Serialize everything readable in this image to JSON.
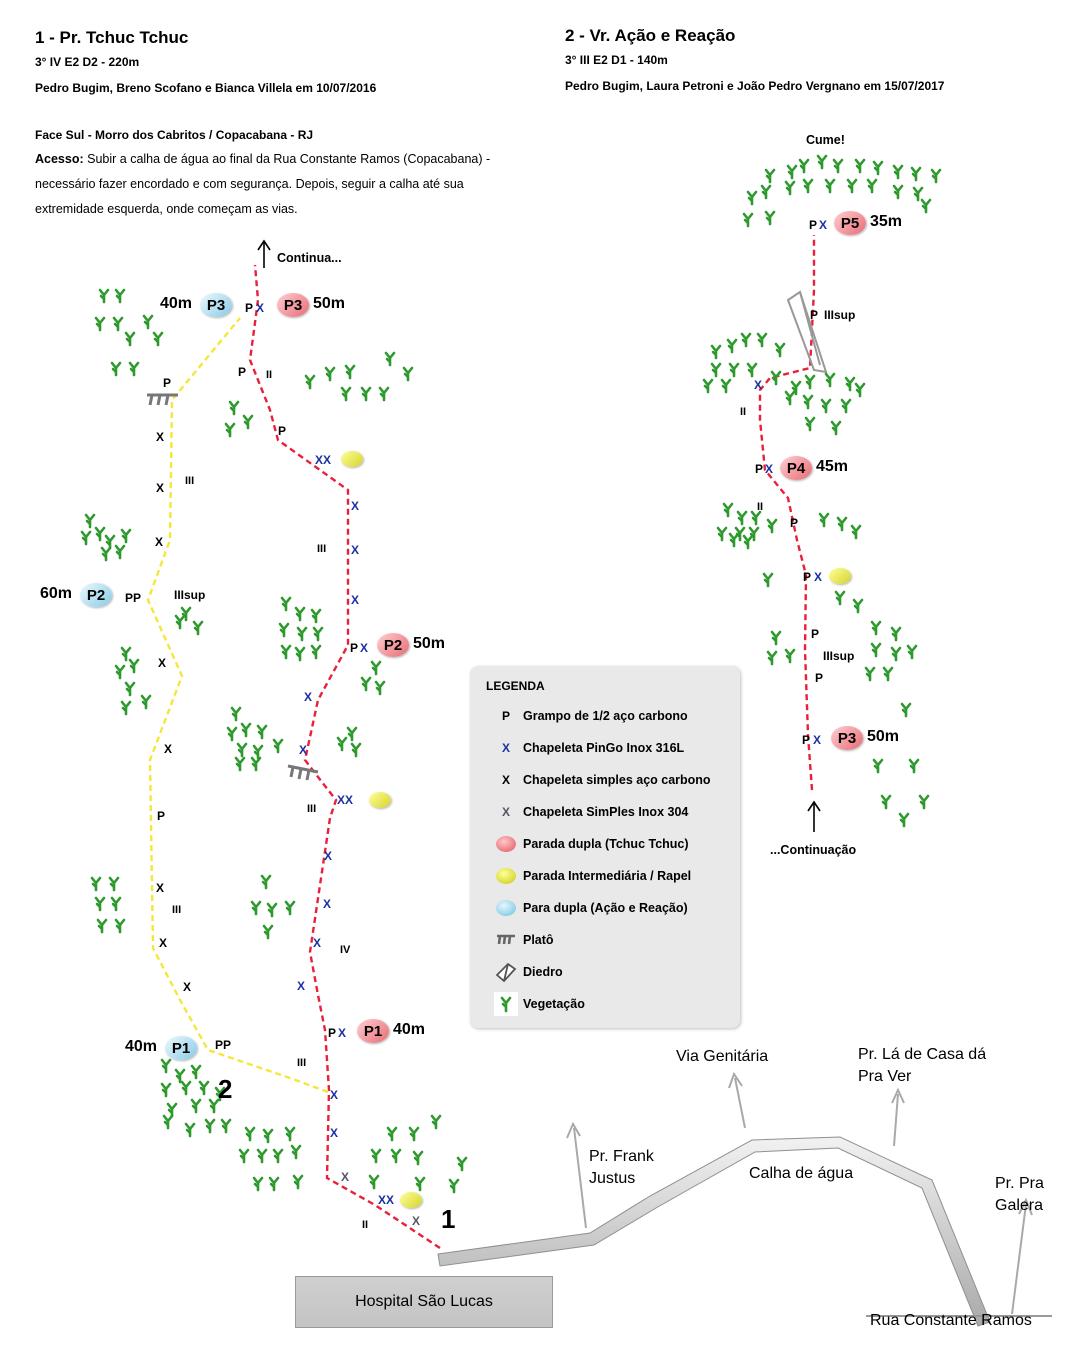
{
  "route1": {
    "title": "1 - Pr. Tchuc Tchuc",
    "grade": "3° IV E2 D2 - 220m",
    "authors": "Pedro Bugim, Breno Scofano e Bianca Villela em 10/07/2016"
  },
  "route2": {
    "title": "2 - Vr. Ação e Reação",
    "grade": "3° III E2 D1 - 140m",
    "authors": "Pedro Bugim, Laura Petroni e João Pedro Vergnano em 15/07/2017"
  },
  "location": "Face Sul - Morro dos Cabritos / Copacabana - RJ",
  "access_label": "Acesso:",
  "access_text": "Subir a calha de água ao final da Rua Constante Ramos (Copacabana) - necessário fazer encordado e com segurança. Depois, seguir a calha até sua extremidade esquerda, onde começam as vias.",
  "topo": {
    "continua": "Continua...",
    "continuacao": "...Continuação",
    "cume": "Cume!",
    "route_number_1": "1",
    "route_number_2": "2",
    "stations_red": [
      {
        "label": "P1",
        "dist": "40m"
      },
      {
        "label": "P2",
        "dist": "50m"
      },
      {
        "label": "P3",
        "dist": "50m"
      },
      {
        "label": "P3",
        "dist": "50m"
      },
      {
        "label": "P4",
        "dist": "45m"
      },
      {
        "label": "P5",
        "dist": "35m"
      }
    ],
    "stations_blue": [
      {
        "label": "P1",
        "dist": "40m"
      },
      {
        "label": "P2",
        "dist": "60m"
      },
      {
        "label": "P3",
        "dist": "40m"
      }
    ],
    "grades": [
      "II",
      "III",
      "IV",
      "III",
      "III",
      "II",
      "III",
      "IIIsup",
      "III",
      "II",
      "IIIsup",
      "II",
      "IIIsup"
    ],
    "bolt_p": "P",
    "bolt_x": "X",
    "bolt_xx": "XX",
    "bolt_pp": "PP"
  },
  "legend": {
    "title": "LEGENDA",
    "items": [
      {
        "symbol": "P",
        "label": "Grampo de 1/2 aço carbono"
      },
      {
        "symbol": "X",
        "label": "Chapeleta PinGo Inox 316L"
      },
      {
        "symbol": "X",
        "label": "Chapeleta simples aço carbono"
      },
      {
        "symbol": "X",
        "label": "Chapeleta SimPles Inox 304"
      },
      {
        "symbol": "red-circle",
        "label": "Parada dupla (Tchuc Tchuc)"
      },
      {
        "symbol": "yellow-circle",
        "label": "Parada Intermediária / Rapel"
      },
      {
        "symbol": "blue-circle",
        "label": "Para dupla (Ação e Reação)"
      },
      {
        "symbol": "plato-icon",
        "label": "Platô"
      },
      {
        "symbol": "diedro-icon",
        "label": "Diedro"
      },
      {
        "symbol": "vegetation-icon",
        "label": "Vegetação"
      }
    ]
  },
  "places": {
    "hospital": "Hospital São Lucas",
    "via_genitaria": "Via Genitária",
    "pr_la_de_casa": "Pr. Lá de Casa dá Pra Ver",
    "pr_frank_justus": "Pr. Frank Justus",
    "calha": "Calha de água",
    "pr_pra_galera": "Pr. Pra Galera",
    "rua": "Rua Constante Ramos"
  },
  "colors": {
    "red_route": "#e8213a",
    "yellow_route": "#f5e63a",
    "red_station": "#f08a90",
    "yellow_station": "#e6e64a",
    "blue_station": "#a8dcef",
    "pingo_x": "#1a2fa3",
    "simples_x": "#000000",
    "inox_x": "#555566",
    "vegetation": "#2e9a2e"
  }
}
